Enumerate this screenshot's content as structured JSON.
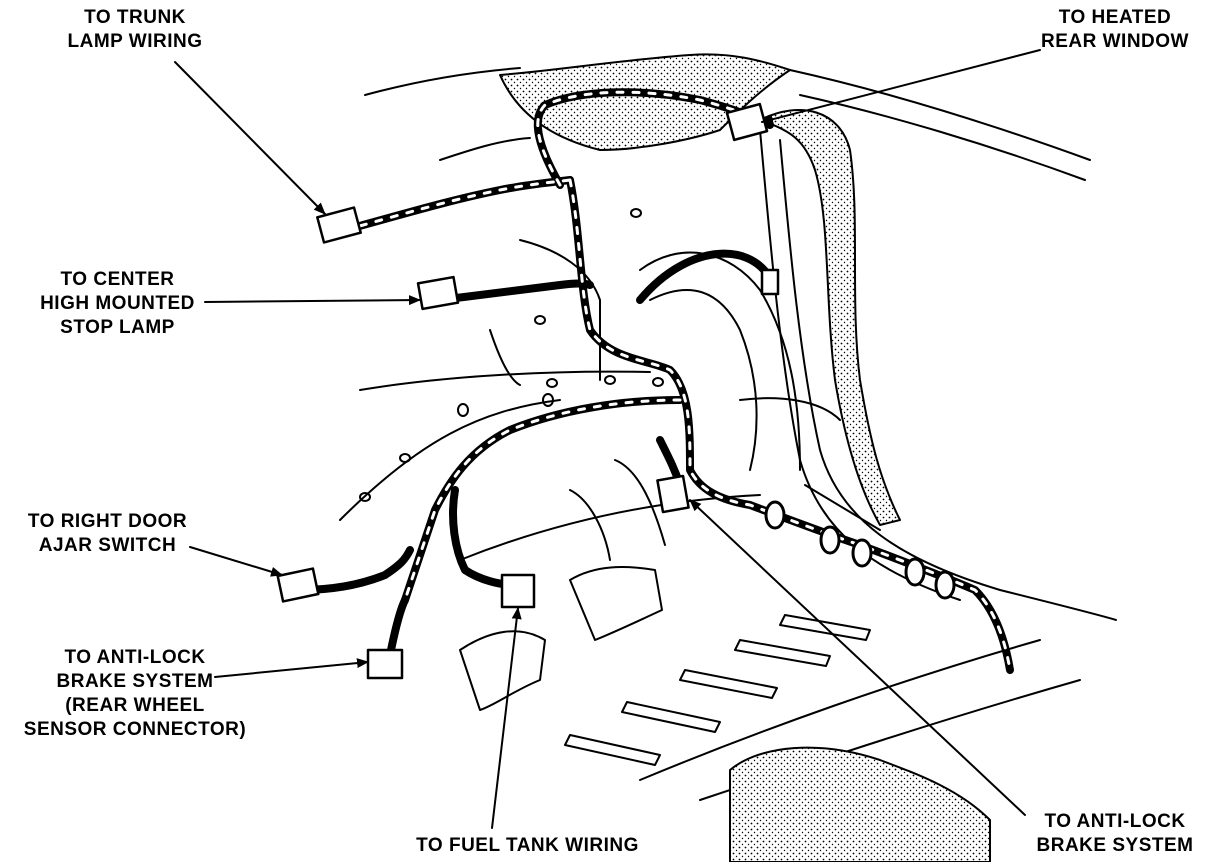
{
  "callouts": {
    "trunk_lamp": [
      "TO TRUNK",
      "LAMP WIRING"
    ],
    "chmsl": [
      "TO CENTER",
      "HIGH MOUNTED",
      "STOP LAMP"
    ],
    "right_door": [
      "TO RIGHT DOOR",
      "AJAR SWITCH"
    ],
    "abs_rear_wheel": [
      "TO ANTI-LOCK",
      "BRAKE SYSTEM",
      "(REAR WHEEL",
      "SENSOR CONNECTOR)"
    ],
    "fuel_tank": [
      "TO FUEL TANK WIRING"
    ],
    "heated_window": [
      "TO HEATED",
      "REAR WINDOW"
    ],
    "abs_right": [
      "TO ANTI-LOCK",
      "BRAKE SYSTEM"
    ]
  }
}
